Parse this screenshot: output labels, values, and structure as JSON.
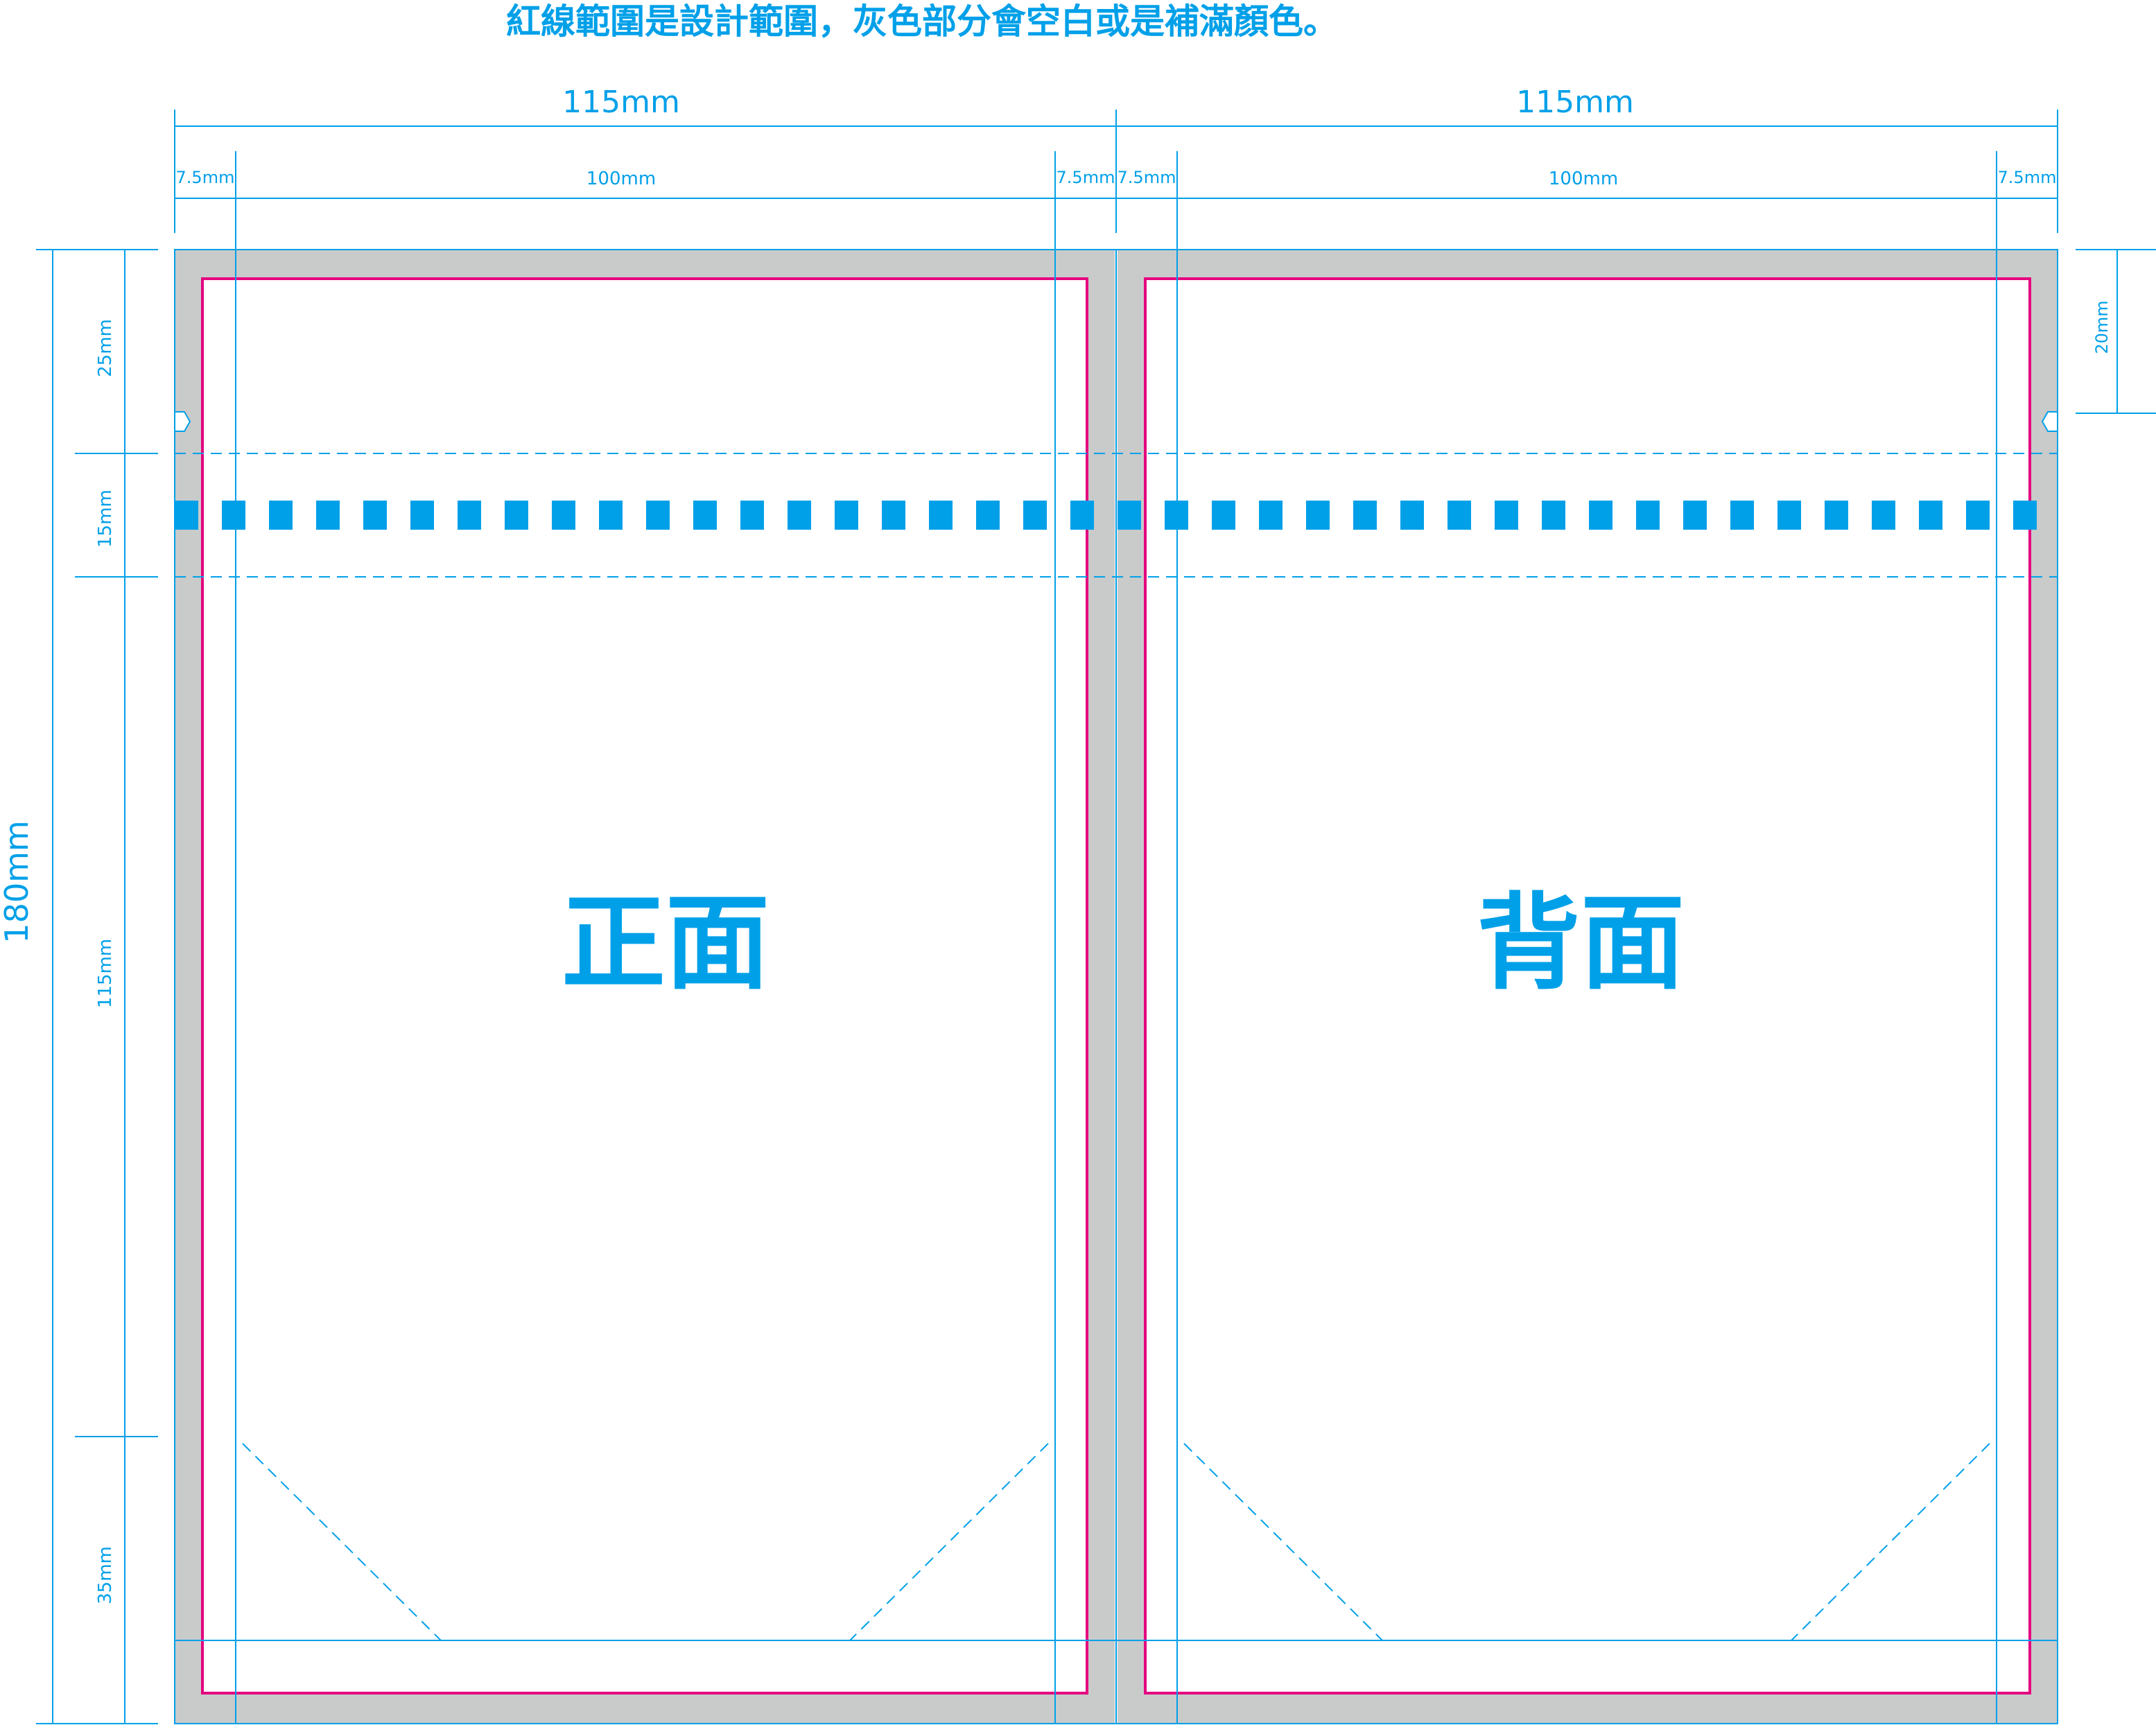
{
  "header": {
    "note": "紅線範圍是設計範圍，灰色部分會空白或是補滿顏色。"
  },
  "panels": [
    {
      "id": "front",
      "label": "正面"
    },
    {
      "id": "back",
      "label": "背面"
    }
  ],
  "dimensions": {
    "top": {
      "panel_width_left": "115mm",
      "panel_width_right": "115mm",
      "left_margin_left": "7.5mm",
      "content_width_left": "100mm",
      "right_margin_left": "7.5mm",
      "left_margin_right": "7.5mm",
      "content_width_right": "100mm",
      "right_margin_right": "7.5mm"
    },
    "left": {
      "total_height": "180mm",
      "seg_top": "25mm",
      "seg_tear": "15mm",
      "seg_body": "115mm",
      "seg_bottom": "35mm"
    },
    "right": {
      "hang_hole_offset": "20mm"
    }
  },
  "colors": {
    "dimension_blue": "#00a0e9",
    "design_area_red": "#e4007f",
    "bleed_gray": "#c9caca",
    "tear_line_blue": "#00a0e9",
    "background": "#ffffff"
  }
}
